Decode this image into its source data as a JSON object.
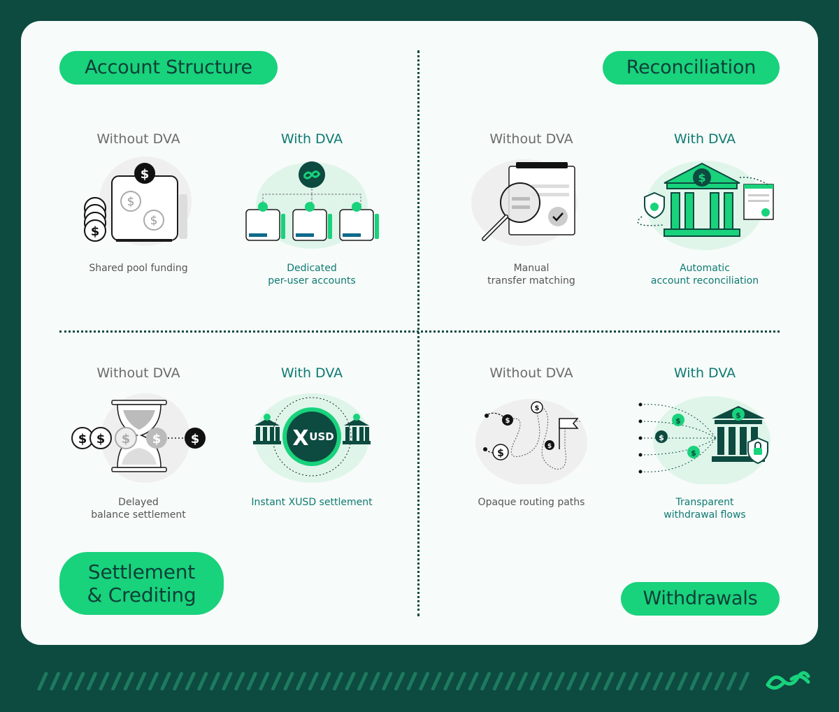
{
  "sections": {
    "account_structure": {
      "title": "Account Structure",
      "without": {
        "heading": "Without DVA",
        "caption_lines": [
          "Shared pool funding"
        ]
      },
      "with": {
        "heading": "With DVA",
        "caption_lines": [
          "Dedicated",
          "per-user accounts"
        ]
      }
    },
    "reconciliation": {
      "title": "Reconciliation",
      "without": {
        "heading": "Without DVA",
        "caption_lines": [
          "Manual",
          "transfer matching"
        ]
      },
      "with": {
        "heading": "With DVA",
        "caption_lines": [
          "Automatic",
          "account reconciliation"
        ]
      }
    },
    "settlement": {
      "title_lines": [
        "Settlement",
        "& Crediting"
      ],
      "without": {
        "heading": "Without DVA",
        "caption_lines": [
          "Delayed",
          "balance settlement"
        ]
      },
      "with": {
        "heading": "With DVA",
        "caption_lines": [
          "Instant XUSD settlement"
        ]
      }
    },
    "withdrawals": {
      "title": "Withdrawals",
      "without": {
        "heading": "Without DVA",
        "caption_lines": [
          "Opaque routing paths"
        ]
      },
      "with": {
        "heading": "With DVA",
        "caption_lines": [
          "Transparent",
          "withdrawal flows"
        ]
      }
    }
  },
  "icons": {
    "shared_pool": "piggy-bank-coins-icon",
    "dedicated": "network-wallets-icon",
    "manual": "magnifier-document-icon",
    "automatic": "bank-shield-document-icon",
    "delayed": "hourglass-coins-icon",
    "instant": "xusd-coin-banks-icon",
    "opaque": "tangled-path-icon",
    "transparent": "bank-flows-icon"
  },
  "coin_glyph": "$",
  "xusd_mark": {
    "x": "X",
    "usd": "USD"
  },
  "colors": {
    "frame": "#0d4a40",
    "card": "#f7fbf9",
    "accent": "#19d27c",
    "teal_text": "#0e7a73",
    "blob": "#dff5ea"
  }
}
